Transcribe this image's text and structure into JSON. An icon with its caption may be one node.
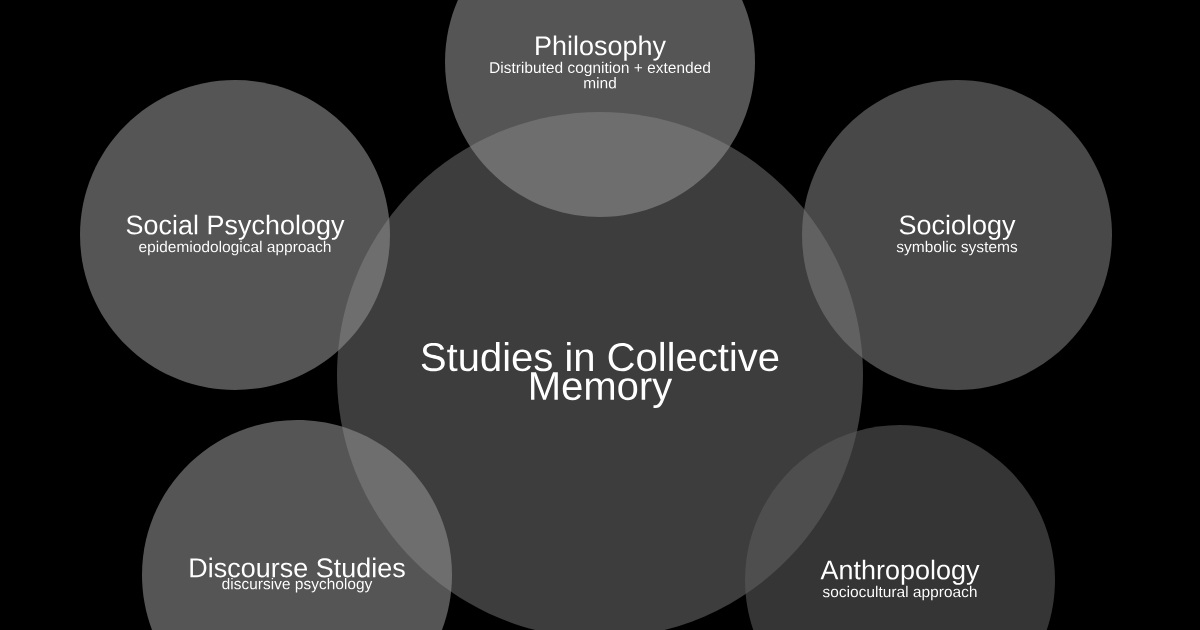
{
  "diagram": {
    "nodes": [
      {
        "text": [
          "Philosophy",
          "Distributed cognition + extended mind"
        ]
      },
      {
        "text": [
          "Social Psychology",
          "epidemiodological approach"
        ]
      },
      {
        "text": [
          "Sociology",
          "symbolic systems"
        ]
      },
      {
        "text": [
          "Studies in Collective Memory"
        ]
      },
      {
        "text": [
          "Discourse Studies",
          "discursive psychology"
        ]
      },
      {
        "text": [
          "Anthropology",
          "sociocultural approach"
        ]
      }
    ]
  }
}
